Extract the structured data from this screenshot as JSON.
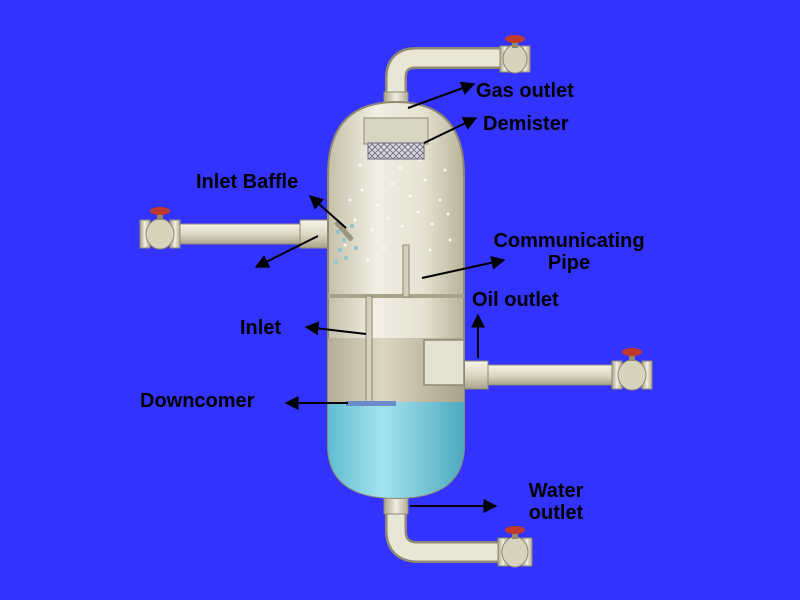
{
  "labels": {
    "gas_outlet": "Gas outlet",
    "demister": "Demister",
    "inlet_baffle": "Inlet Baffle",
    "communicating_pipe_1": "Communicating",
    "communicating_pipe_2": "Pipe",
    "oil_outlet": "Oil outlet",
    "inlet": "Inlet",
    "downcomer": "Downcomer",
    "water_outlet_1": "Water",
    "water_outlet_2": "outlet"
  },
  "colors": {
    "background": "#3333ff",
    "vessel_body": "#e9e6d8",
    "vessel_shade": "#c9c3ad",
    "oil_layer": "#d6ceb8",
    "water_layer": "#8ad6e6",
    "pipe": "#e8e4d2",
    "valve_handle": "#c0392b",
    "arrow": "#000000"
  }
}
